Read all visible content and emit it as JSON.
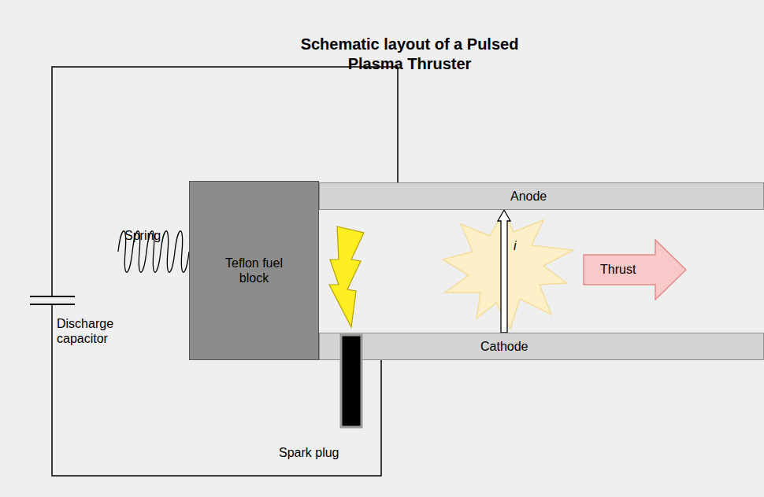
{
  "diagram": {
    "title": "Schematic layout of a Pulsed Plasma Thruster",
    "nodes": [
      {
        "text": [
          "Anode"
        ]
      },
      {
        "text": [
          "Teflon fuel block"
        ]
      },
      {
        "text": [
          "Thrust"
        ]
      },
      {
        "text": [
          "Cathode"
        ]
      }
    ],
    "edges": [
      {
        "from": 3,
        "to": 0,
        "arrow": "to",
        "label": "i"
      }
    ],
    "labels": [
      "Spring",
      "Discharge capacitor",
      "Spark plug"
    ]
  }
}
